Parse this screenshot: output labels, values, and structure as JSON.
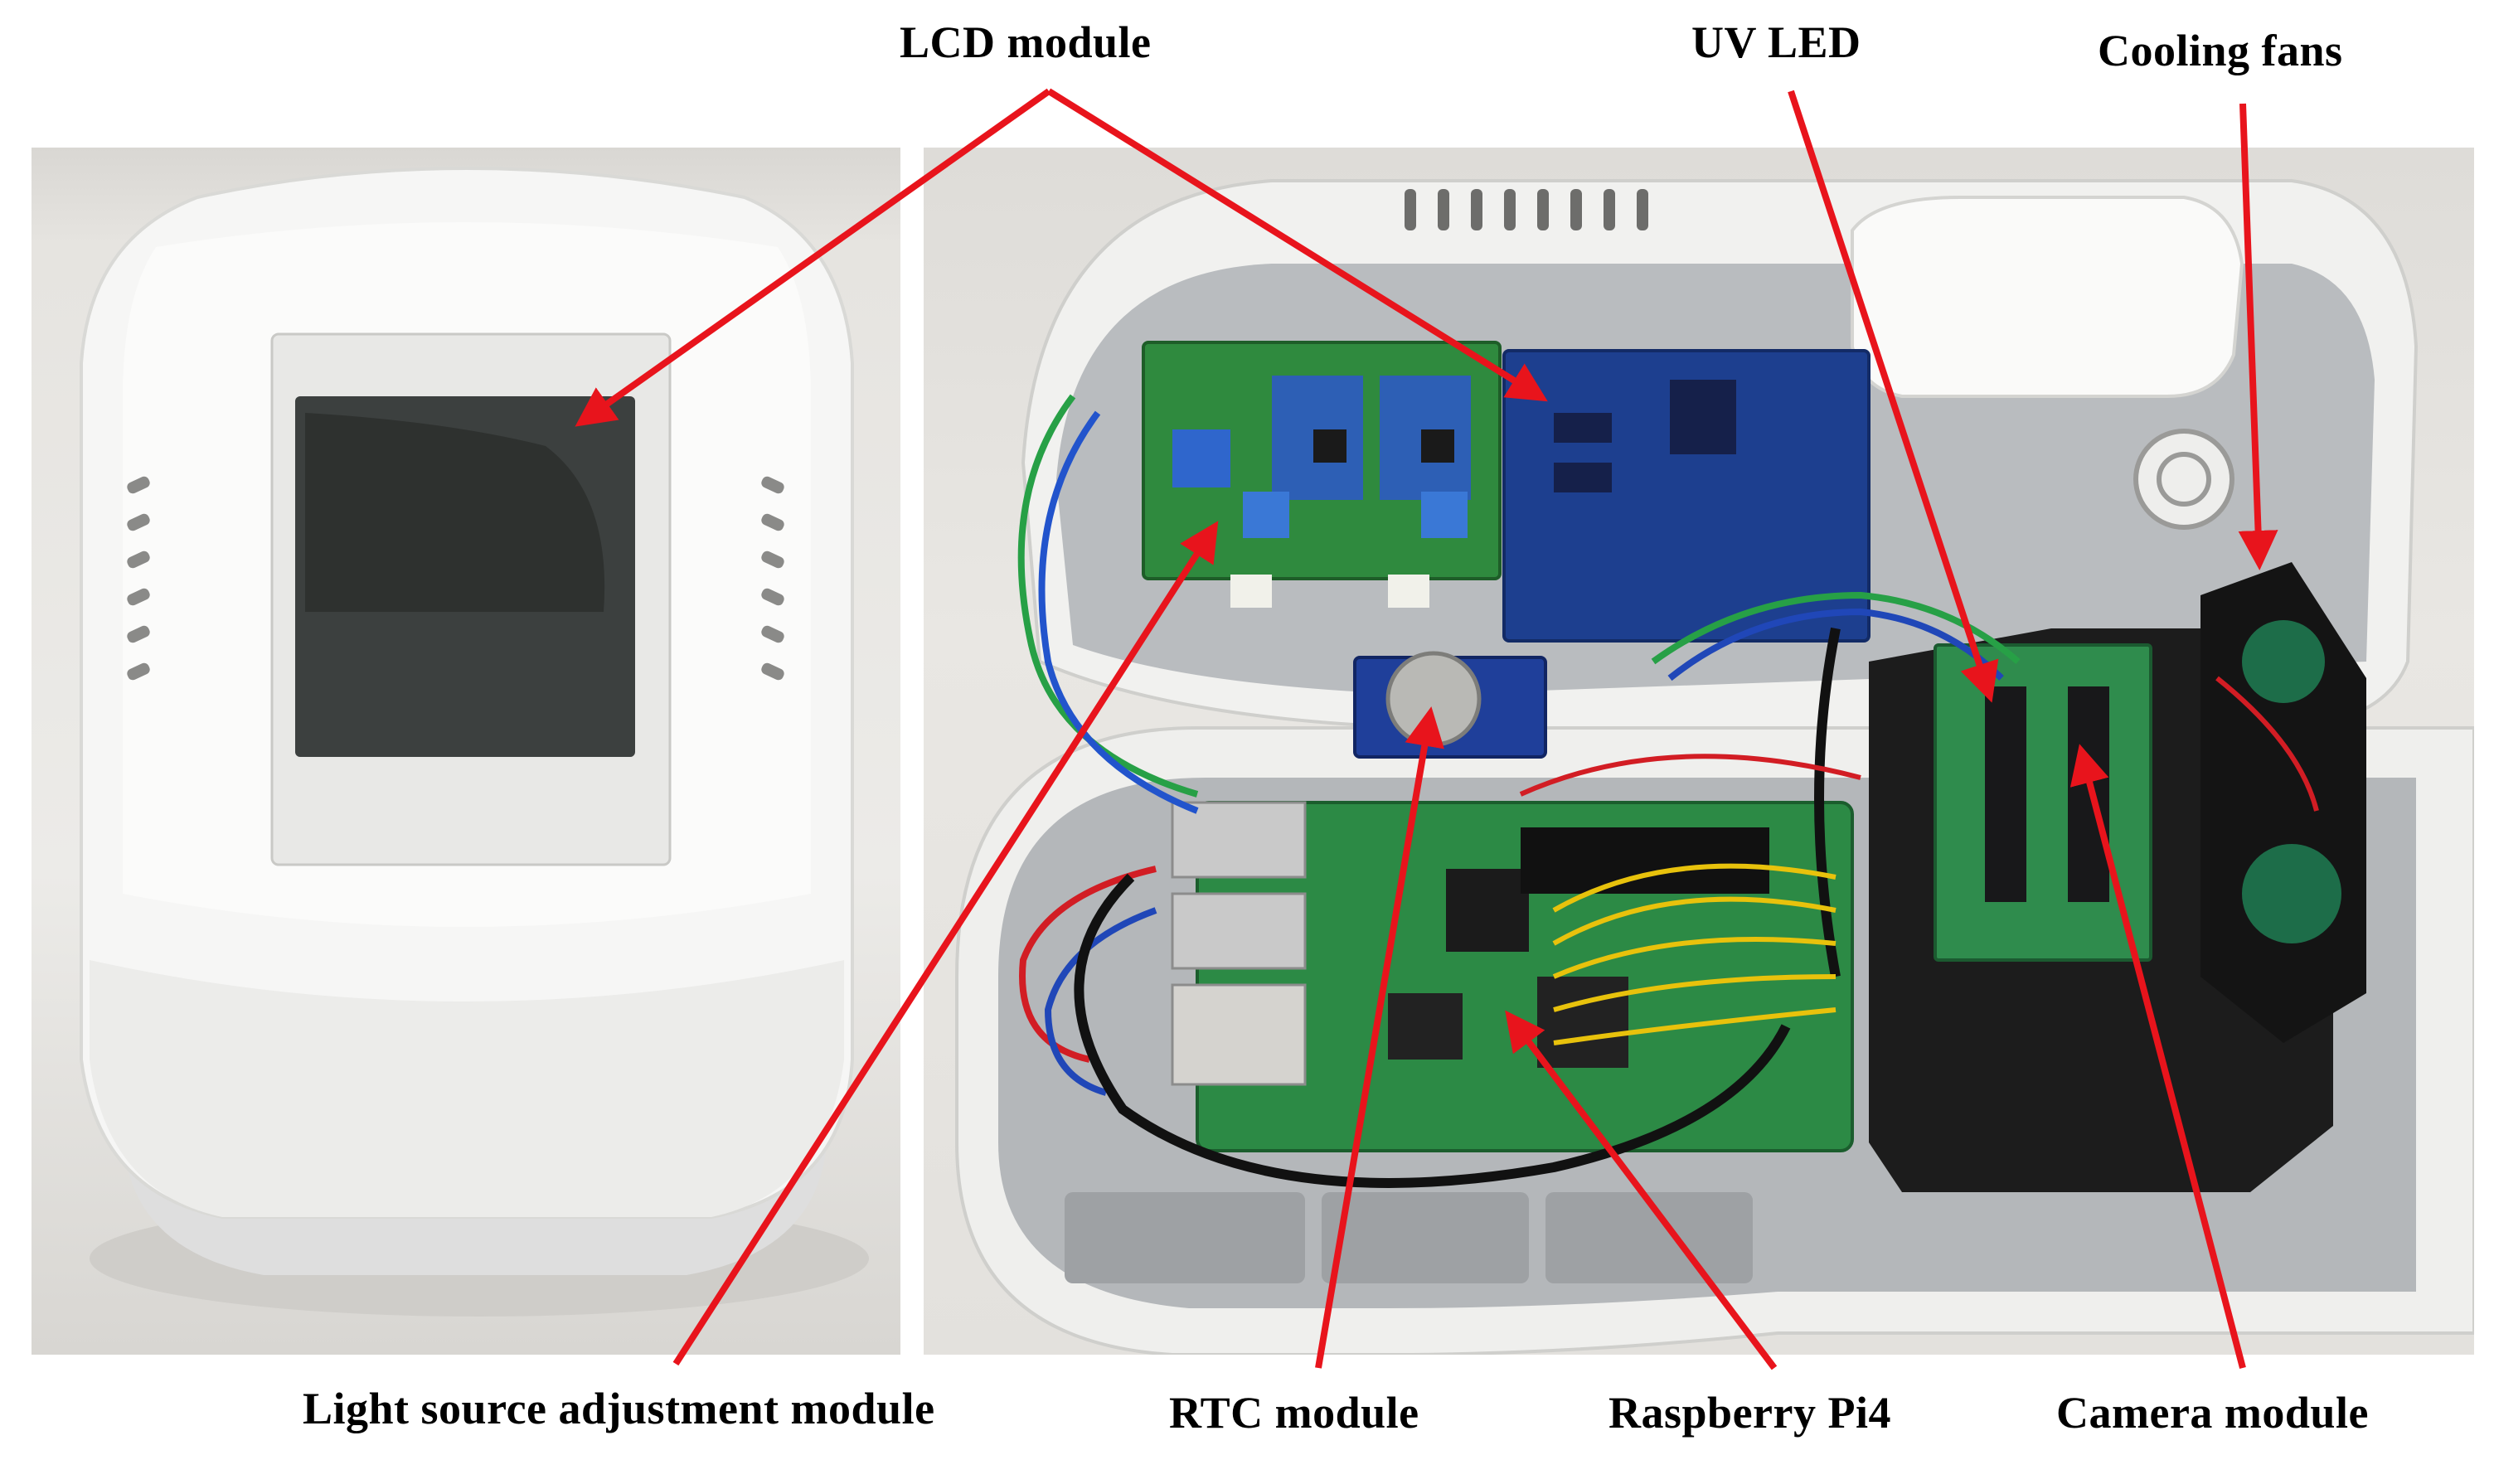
{
  "labels": {
    "lcd_module": "LCD module",
    "uv_led": "UV LED",
    "cooling_fans": "Cooling fans",
    "light_source_adjustment_module": "Light source adjustment module",
    "rtc_module": "RTC module",
    "raspberry_pi4": "Raspberry Pi4",
    "camera_module": "Camera module"
  },
  "colors": {
    "arrow": "#e8141c",
    "label_text": "#000000",
    "device_shell": "#f4f4f2",
    "pcb_green": "#2f8a3e",
    "pcb_blue": "#1d3f8f"
  }
}
